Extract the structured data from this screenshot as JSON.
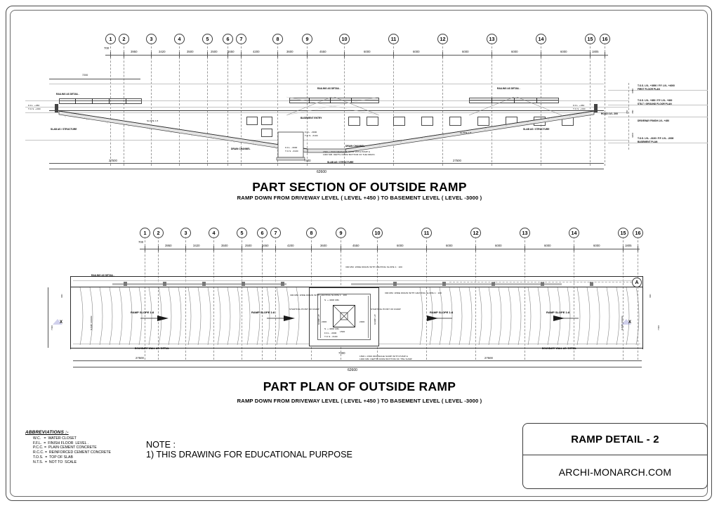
{
  "sheet": {
    "title_block": {
      "drawing_title": "RAMP DETAIL - 2",
      "source": "ARCHI-MONARCH.COM"
    },
    "note": {
      "heading": "NOTE :",
      "items": [
        "1) THIS DRAWING FOR EDUCATIONAL PURPOSE"
      ]
    },
    "abbreviations": {
      "heading": "ABBREVIATIONS :-",
      "rows": [
        "W.C.   =  WATER CLOSET",
        "F.F.L.  =  FINISH FLOOR  LEVEL .",
        "P.C.C. =  PLAIN CEMENT CONCRETE",
        "R.C.C. =  REINFORCED CEMENT CONCRETE",
        "T.O.S.  =  TOP OF SLAB",
        "N.T.S.  =  NOT TO  SCALE"
      ]
    }
  },
  "section_view": {
    "title": "PART SECTION OF OUTSIDE RAMP",
    "subtitle": "RAMP DOWN FROM DRIVEWAY LEVEL ( LEVEL +450 ) TO BASEMENT LEVEL ( LEVEL -3000 )",
    "grid_labels": [
      "1",
      "2",
      "3",
      "4",
      "5",
      "6",
      "7",
      "8",
      "9",
      "10",
      "11",
      "12",
      "13",
      "14",
      "15",
      "16"
    ],
    "grid_dimensions": [
      "700",
      "3950",
      "3420",
      "3500",
      "2500",
      "1650",
      "4200",
      "3600",
      "4550",
      "6000",
      "6000",
      "6000",
      "6000",
      "6000",
      "1805"
    ],
    "overall_dimension": "62600",
    "sub_dimensions": [
      "27500",
      "7400",
      "27500"
    ],
    "top_dimension": "7200",
    "levels": [
      {
        "text": "T.O.S. LVL. +3950 / F.F. LVL. +4000",
        "plan": "FIRST FLOOR PLAN"
      },
      {
        "text": "T.O.S. LVL. +650 / F.F. LVL. +600",
        "plan": "STILT / GROUND FLOOR PLAN"
      },
      {
        "text": "DRIVEWAY FINISH LVL. +450",
        "plan": ""
      },
      {
        "text": "T.O.S. LVL. -3100 / F.F. LVL. -3000",
        "plan": "BASEMENT PLAN"
      }
    ],
    "road_level": "ROAD LVL. 200",
    "callouts": [
      "RAILING AS DETAIL .",
      "RAILING AS DETAIL .",
      "RAILING AS DETAIL .",
      "SLAB AS / STRUCTURE",
      "SLAB AS / STRUCTURE",
      "SLAB AS / STRUCTURE",
      "BASEMENT ENTRY",
      "DRAIN CHANNEL",
      "DRAIN CHANNEL",
      "1500 x 1500 DRAINAGE SUMP WITH PUMP &",
      "1000 MM. DEPTH FROM BOTTOM OF THE DRAIN."
    ],
    "level_tags": [
      "F.F.L. +450",
      "T.O.S. +300",
      "F.F.L. -3000",
      "T.O.S. -3100",
      "F.F.L. -3000",
      "T.O.S. -3100",
      "F.F.L. +450",
      "T.O.S. +300"
    ],
    "slope_tags": [
      "SLOPE 1:8",
      "SLOPE 1:8"
    ],
    "vertical_dims": [
      "3350",
      "450",
      "200",
      "3200",
      "3550"
    ]
  },
  "plan_view": {
    "title": "PART PLAN OF OUTSIDE RAMP",
    "subtitle": "RAMP DOWN FROM DRIVEWAY LEVEL ( LEVEL +450 ) TO BASEMENT LEVEL ( LEVEL -3000 )",
    "grid_labels": [
      "1",
      "2",
      "3",
      "4",
      "5",
      "6",
      "7",
      "8",
      "9",
      "10",
      "11",
      "12",
      "13",
      "14",
      "15",
      "16"
    ],
    "grid_dimensions": [
      "700",
      "3950",
      "3420",
      "3500",
      "2500",
      "1650",
      "4200",
      "3600",
      "4550",
      "6000",
      "6000",
      "6000",
      "6000",
      "6000",
      "1805"
    ],
    "grid_row": "A",
    "section_marks": [
      "X",
      "X"
    ],
    "overall_dimension": "62600",
    "sub_dimensions": [
      "27500",
      "7400",
      "27500"
    ],
    "ramp_labels": [
      "RAMP SLOPE 1:8",
      "RAMP SLOPE 1:8",
      "RAMP SLOPE 1:8",
      "RAMP SLOPE 1:8"
    ],
    "direction_labels": [
      "RAMP DOWN",
      "RAMP DOWN",
      "RAMP UP",
      "RAMP UP"
    ],
    "callouts": [
      "RAILING AS DETAIL .",
      "BOUNDARY WALL AS / DETAIL",
      "BOUNDARY WALL AS / DETAIL",
      "300 MM. WIDE DRAIN WITH GRATING SLOPE 1 : 100",
      "300 MM. WIDE DRAIN WITH GRATING SLOPE 1 : 100",
      "300 MM. WIDE DRAIN WITH GRATING SLOPE 1 : 100",
      "1500 x 1500 DRAINAGE SUMP WITH PUMP &",
      "1000 MM. DEPTH FROM BOTTOM OF THE SUMP.",
      "STARTING POINT OF RAMP",
      "STARTING POINT OF RAMP",
      "F.F.L. -3000",
      "T.O.S. -3100",
      "S. + 4000 MM.",
      "S. + 4000 MM."
    ],
    "inner_dims": [
      "2000",
      "1500",
      "2000",
      "7400",
      "1500",
      "300"
    ],
    "vertical_dims": [
      "300",
      "7400",
      "7400",
      "300"
    ]
  },
  "colors": {
    "ink": "#2a2a2a",
    "grid": "#9a9a9a",
    "frame": "#4a4a4a",
    "hatch": "#8a8a8a"
  }
}
